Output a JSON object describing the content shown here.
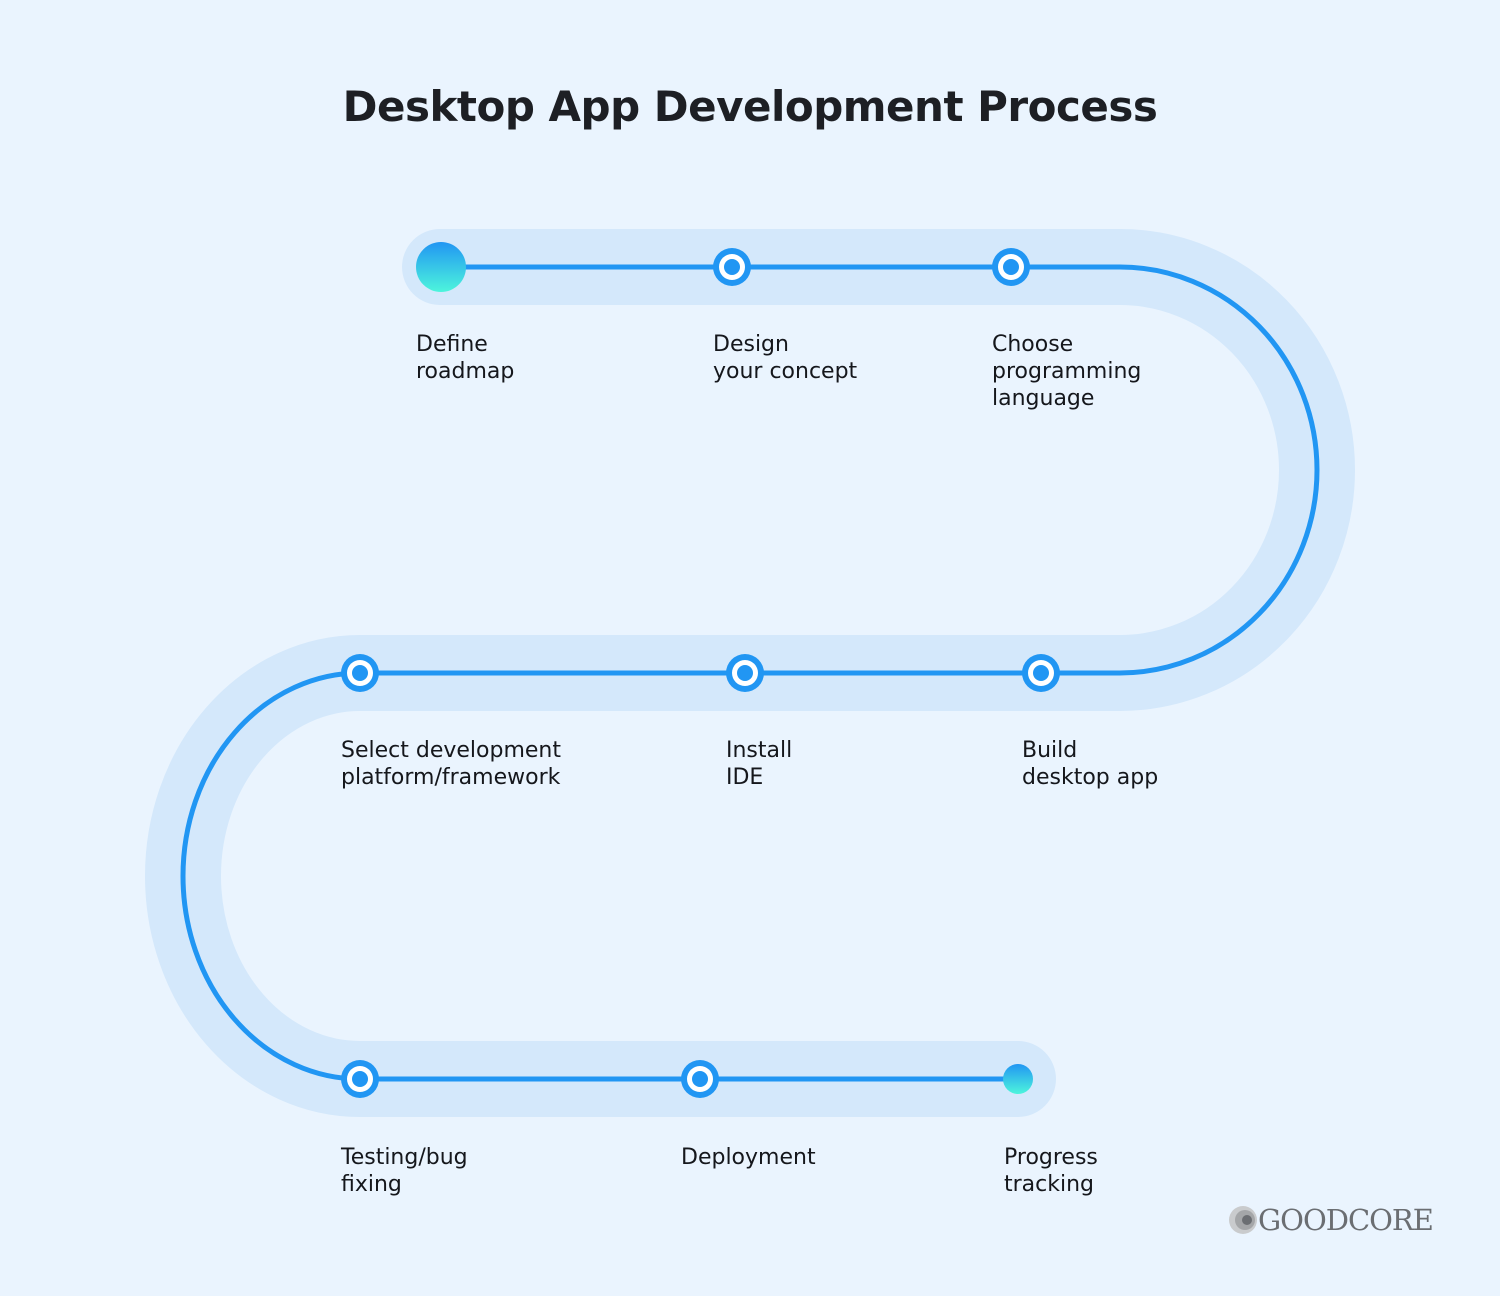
{
  "title": "Desktop App Development Process",
  "colors": {
    "background": "#EAF4FE",
    "band": "#D4E8FB",
    "line": "#2196F3",
    "gradient_start": "#2196F3",
    "gradient_end": "#4DF5DC"
  },
  "steps": [
    {
      "label": "Define\nroadmap",
      "marker": "start"
    },
    {
      "label": "Design\nyour concept",
      "marker": "ring"
    },
    {
      "label": "Choose\nprogramming\nlanguage",
      "marker": "ring"
    },
    {
      "label": "Build\ndesktop app",
      "marker": "ring"
    },
    {
      "label": "Install\nIDE",
      "marker": "ring"
    },
    {
      "label": "Select development\nplatform/framework",
      "marker": "ring"
    },
    {
      "label": "Testing/bug\nfixing",
      "marker": "ring"
    },
    {
      "label": "Deployment",
      "marker": "ring"
    },
    {
      "label": "Progress\ntracking",
      "marker": "end"
    }
  ],
  "logo": {
    "text": "GOODCORE"
  }
}
